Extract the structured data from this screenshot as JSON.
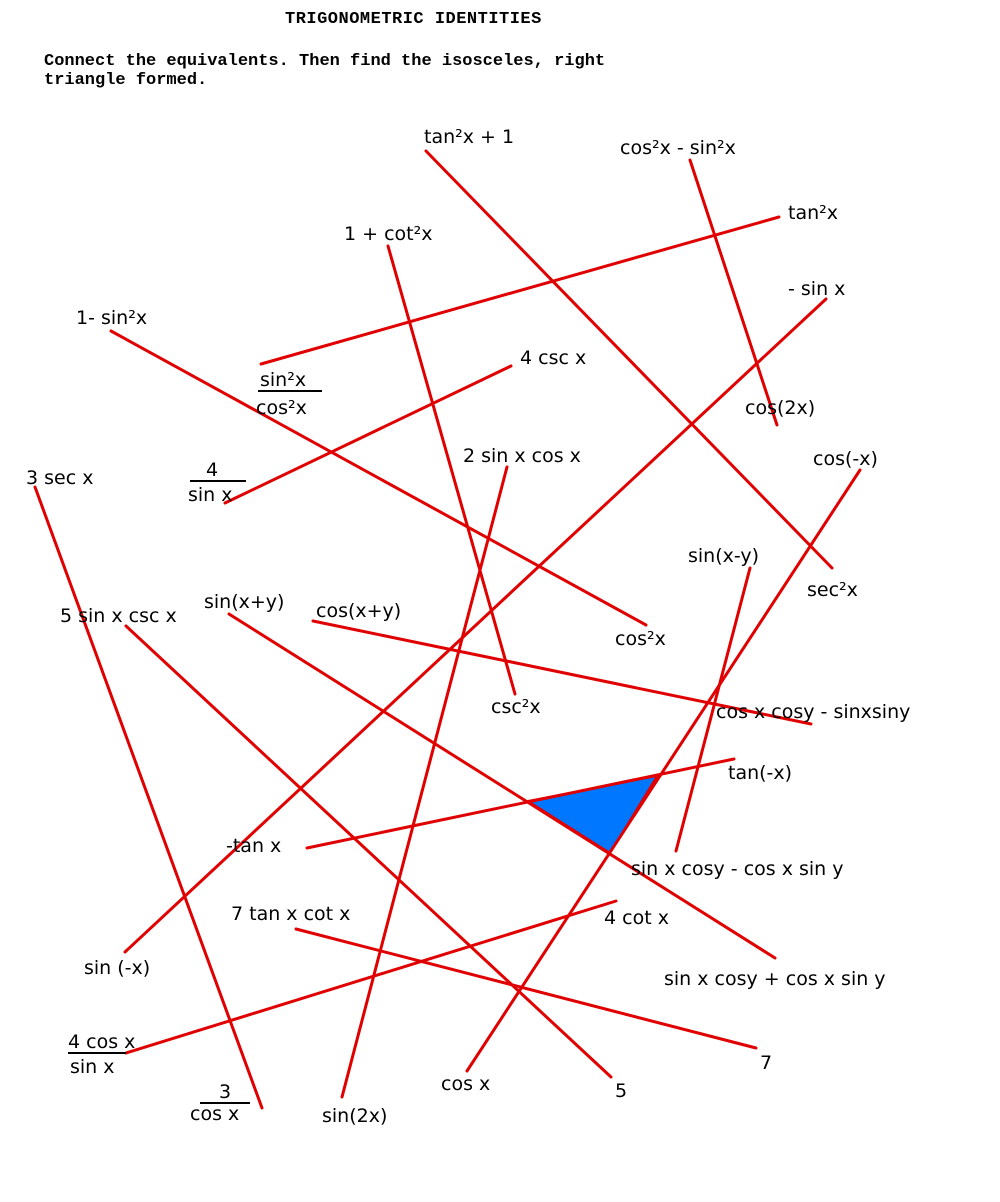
{
  "header": {
    "title": "TRIGONOMETRIC IDENTITIES",
    "instructions_line1": "Connect the equivalents.  Then find the isosceles, right",
    "instructions_line2": "triangle formed."
  },
  "colors": {
    "line": "#e00000",
    "triangle_fill": "#0077ff",
    "text": "#000000"
  },
  "expressions": {
    "tan2x_plus_1": "tan²x + 1",
    "cos2x_minus_sin2x": "cos²x - sin²x",
    "tan2x": "tan²x",
    "one_plus_cot2x": "1 + cot²x",
    "neg_sinx": "- sin x",
    "one_minus_sin2x": "1- sin²x",
    "frac_sin2_cos2_num": "sin²x",
    "frac_sin2_cos2_den": "cos²x",
    "four_cscx": "4 csc x",
    "cos2x_double": "cos(2x)",
    "threesecx": "3 sec x",
    "frac_4_sinx_num": "4",
    "frac_4_sinx_den": "sin x",
    "two_sinx_cosx": "2 sin x cos x",
    "cos_negx": "cos(-x)",
    "sin_x_minus_y": "sin(x-y)",
    "sec2x": "sec²x",
    "five_sinx_cscx": "5 sin x csc x",
    "sin_x_plus_y": "sin(x+y)",
    "cos_x_plus_y": "cos(x+y)",
    "cos2x_sq": "cos²x",
    "csc2x": "csc²x",
    "cos_cos_minus_sin_sin": "cos x cosy - sinxsiny",
    "tan_negx": "tan(-x)",
    "neg_tanx": "-tan x",
    "sin_cos_minus_cos_sin": "sin x cosy - cos x sin y",
    "seven_tan_cot": "7 tan x cot x",
    "four_cotx": "4 cot x",
    "sin_negx": "sin (-x)",
    "sin_cos_plus_cos_sin": "sin x cosy + cos x sin y",
    "frac_4cos_sin_num": "4 cos x",
    "frac_4cos_sin_den": "sin x",
    "seven": "7",
    "frac_3_cos_num": "3",
    "frac_3_cos_den": "cos x",
    "cosx": "cos x",
    "five": "5",
    "sin2x_double": "sin(2x)"
  }
}
